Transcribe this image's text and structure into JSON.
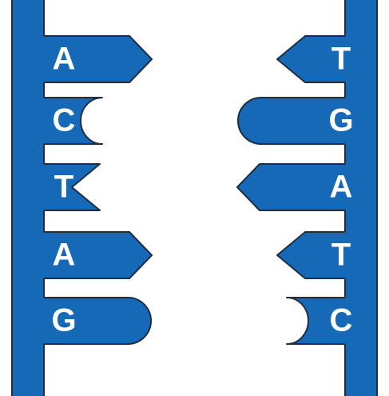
{
  "colors": {
    "strand_fill": "#1569b7",
    "outline": "#1f2d40",
    "letter": "#ffffff",
    "background": "#ffffff"
  },
  "left_strand": {
    "bases": [
      {
        "letter": "A",
        "shape": "arrow"
      },
      {
        "letter": "C",
        "shape": "round-notch"
      },
      {
        "letter": "T",
        "shape": "v-notch"
      },
      {
        "letter": "A",
        "shape": "arrow"
      },
      {
        "letter": "G",
        "shape": "round-bump"
      }
    ]
  },
  "right_strand": {
    "bases": [
      {
        "letter": "T",
        "shape": "v-notch"
      },
      {
        "letter": "G",
        "shape": "round-bump"
      },
      {
        "letter": "A",
        "shape": "arrow"
      },
      {
        "letter": "T",
        "shape": "v-notch"
      },
      {
        "letter": "C",
        "shape": "round-notch"
      }
    ]
  }
}
